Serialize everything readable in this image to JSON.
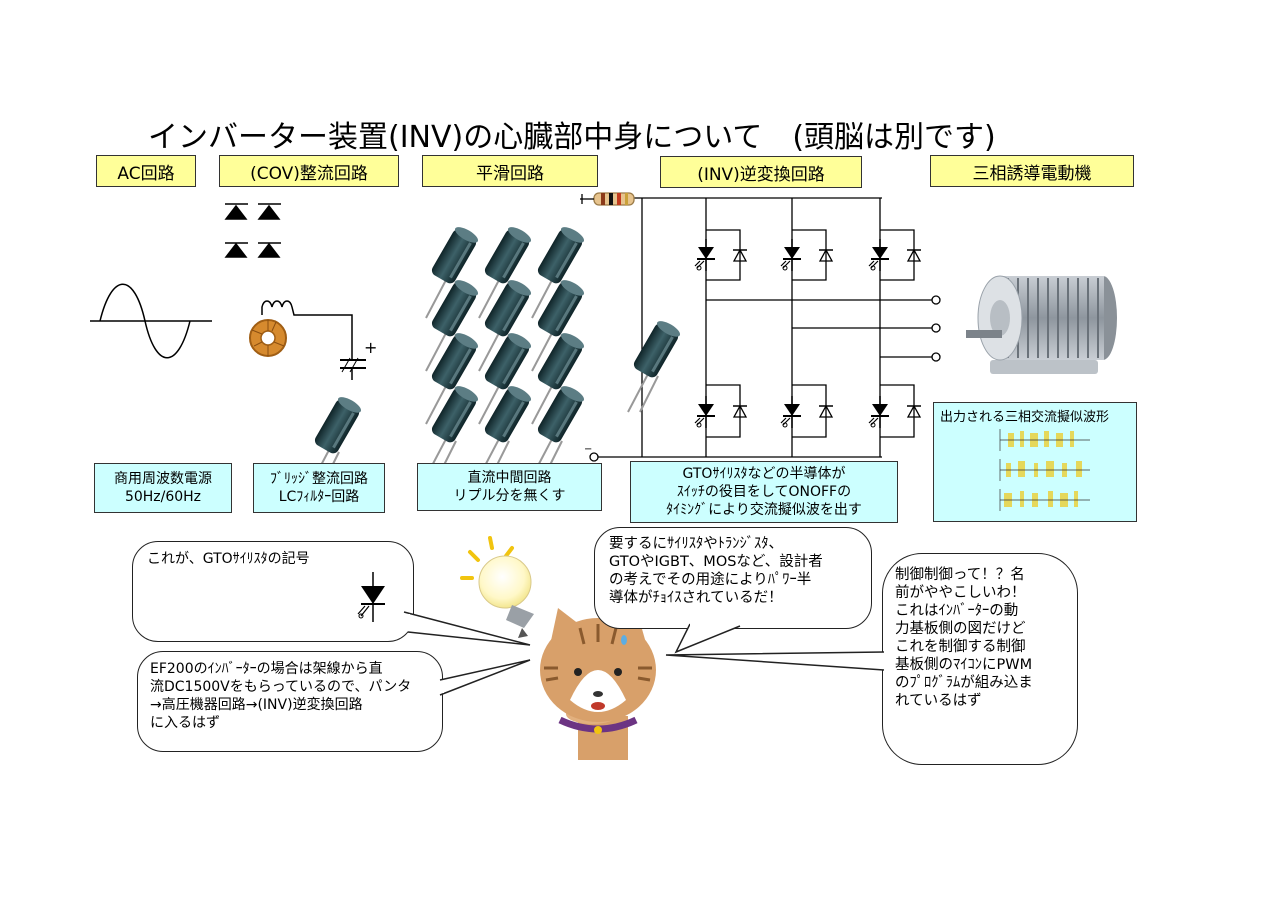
{
  "title": "インバーター装置(INV)の心臓部中身について　(頭脳は別です)",
  "sections": {
    "ac": "AC回路",
    "cov": "(COV)整流回路",
    "smooth": "平滑回路",
    "inv": "(INV)逆変換回路",
    "motor": "三相誘導電動機"
  },
  "captions": {
    "ac": [
      "商用周波数電源",
      "50Hz/60Hz"
    ],
    "cov": [
      "ﾌﾞﾘｯｼﾞ整流回路",
      "LCﾌｨﾙﾀｰ回路"
    ],
    "smooth": [
      "直流中間回路",
      "リプル分を無くす"
    ],
    "inv": [
      "GTOｻｲﾘｽﾀなどの半導体が",
      "ｽｲｯﾁの役目をしてONOFFの",
      "ﾀｲﾐﾝｸﾞにより交流擬似波を出す"
    ]
  },
  "waveform_panel": {
    "title": "出力される三相交流擬似波形"
  },
  "bubbles": {
    "gto_symbol": "これが、GTOｻｲﾘｽﾀの記号",
    "ef200": [
      "EF200のｲﾝﾊﾞｰﾀｰの場合は架線から直",
      "流DC1500Vをもらっているので、パンタ",
      "→高圧機器回路→(INV)逆変換回路",
      "に入るはず"
    ],
    "semiconductor": [
      "要するにｻｲﾘｽﾀやﾄﾗﾝｼﾞｽﾀ、",
      "GTOやIGBT、MOSなど、設計者",
      "の考えでその用途によりﾊﾟﾜｰ半",
      "導体がﾁｮｲｽされているだ！"
    ],
    "control": [
      "制御制御って！？名",
      "前がややこしいわ！",
      "これはｲﾝﾊﾞｰﾀｰの動",
      "力基板側の図だけど",
      "これを制御する制御",
      "基板側のﾏｲｺﾝにPWM",
      "のﾌﾟﾛｸﾞﾗﾑが組み込ま",
      "れているはず"
    ]
  },
  "dc_terminals": {
    "plus": "+",
    "minus": "−"
  },
  "colors": {
    "label_bg": "#ffff99",
    "caption_bg": "#ccffff",
    "capacitor": "#1e3a40",
    "wave_yellow": "#e8d44a"
  }
}
